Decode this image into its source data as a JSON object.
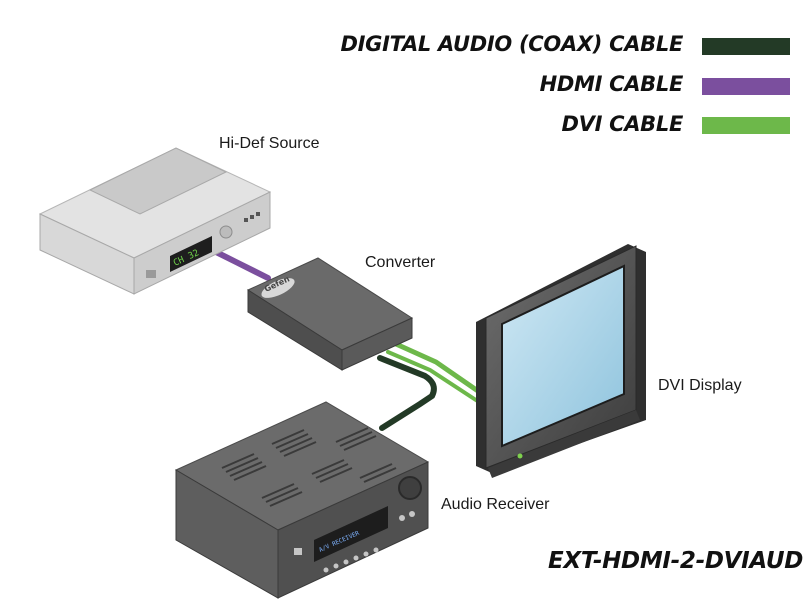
{
  "legend": [
    {
      "label": "DIGITAL AUDIO (COAX) CABLE",
      "color": "#233a26"
    },
    {
      "label": "HDMI CABLE",
      "color": "#7b4f9e"
    },
    {
      "label": "DVI CABLE",
      "color": "#6db84a"
    }
  ],
  "devices": {
    "source": {
      "label": "Hi-Def Source",
      "display_text": "CH 32"
    },
    "converter": {
      "label": "Converter",
      "logo_text": "Gefen"
    },
    "display": {
      "label": "DVI Display"
    },
    "receiver": {
      "label": "Audio Receiver",
      "display_text": "A/V RECEIVER"
    }
  },
  "model": "EXT-HDMI-2-DVIAUD"
}
